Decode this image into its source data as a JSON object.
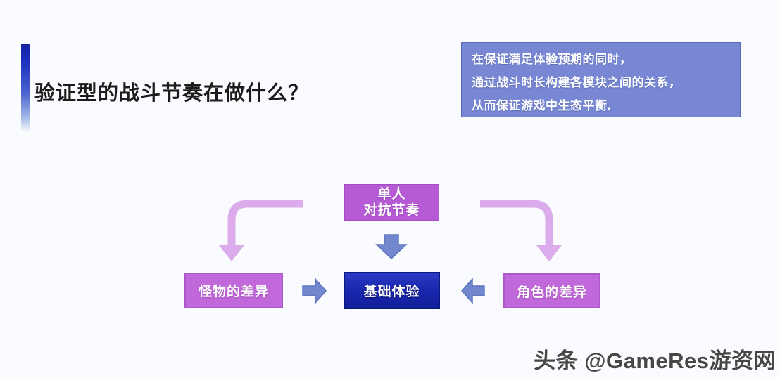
{
  "slide": {
    "title": "验证型的战斗节奏在做什么？",
    "info_box": {
      "lines": [
        "在保证满足体验预期的同时，",
        "通过战斗时长构建各模块之间的关系，",
        "从而保证游戏中生态平衡."
      ]
    },
    "diagram": {
      "top_node": {
        "line1": "单人",
        "line2": "对抗节奏"
      },
      "left_node": {
        "label": "怪物的差异"
      },
      "center_node": {
        "label": "基础体验"
      },
      "right_node": {
        "label": "角色的差异"
      }
    },
    "watermark": {
      "text": "头条 @GameRes游资网"
    },
    "colors": {
      "accent_bar_top": "#1b2dbf",
      "accent_bar_bottom": "#9db4e6",
      "info_box_bg": "#7787d3",
      "node_purple": "#b65ad6",
      "node_purple_light": "#c168da",
      "node_dark_blue": "#1b28b0",
      "arrow_blue": "#7287cd",
      "arrow_lavender": "#dcabec"
    }
  }
}
